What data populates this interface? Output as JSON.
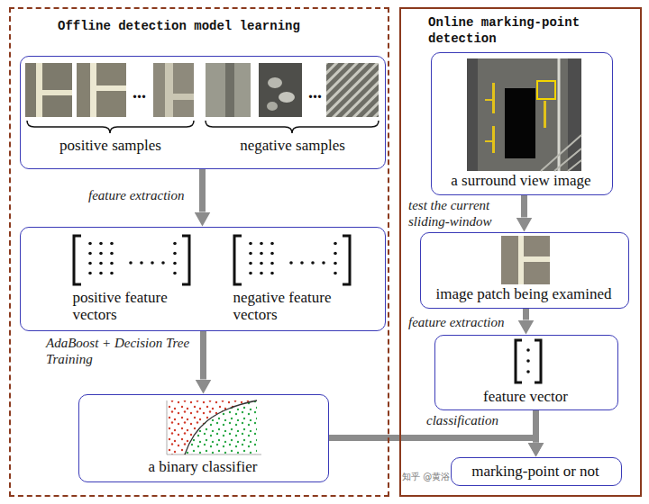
{
  "diagram": {
    "nodes": [
      {
        "text": [
          "Offline detection model learning"
        ]
      },
      {
        "text": [
          "positive samples",
          "negative samples"
        ],
        "in": 0
      },
      {
        "text": [
          "positive feature vectors",
          "negative feature vectors"
        ],
        "in": 0
      },
      {
        "text": [
          "a binary classifier"
        ],
        "in": 0
      },
      {
        "text": [
          "Online marking-point detection"
        ]
      },
      {
        "text": [
          "a surround view image"
        ],
        "in": 4
      },
      {
        "text": [
          "image patch being examined"
        ],
        "in": 4
      },
      {
        "text": [
          "feature vector"
        ],
        "in": 4
      },
      {
        "text": [
          "marking-point or not"
        ],
        "in": 4
      }
    ],
    "edges": [
      {
        "from": 1,
        "to": 2,
        "arrow": "to",
        "label": "feature extraction"
      },
      {
        "from": 2,
        "to": 3,
        "arrow": "to",
        "label": "AdaBoost + Decision Tree Training"
      },
      {
        "from": 5,
        "to": 6,
        "arrow": "to",
        "label": "test the current sliding-window"
      },
      {
        "from": 6,
        "to": 7,
        "arrow": "to",
        "label": "feature extraction"
      },
      {
        "from": 7,
        "to": 8,
        "arrow": "to",
        "label": "classification"
      },
      {
        "from": 3,
        "to": 8,
        "arrow": "to"
      }
    ],
    "labels": [
      "...",
      "...",
      "知乎 @黄浴"
    ]
  }
}
